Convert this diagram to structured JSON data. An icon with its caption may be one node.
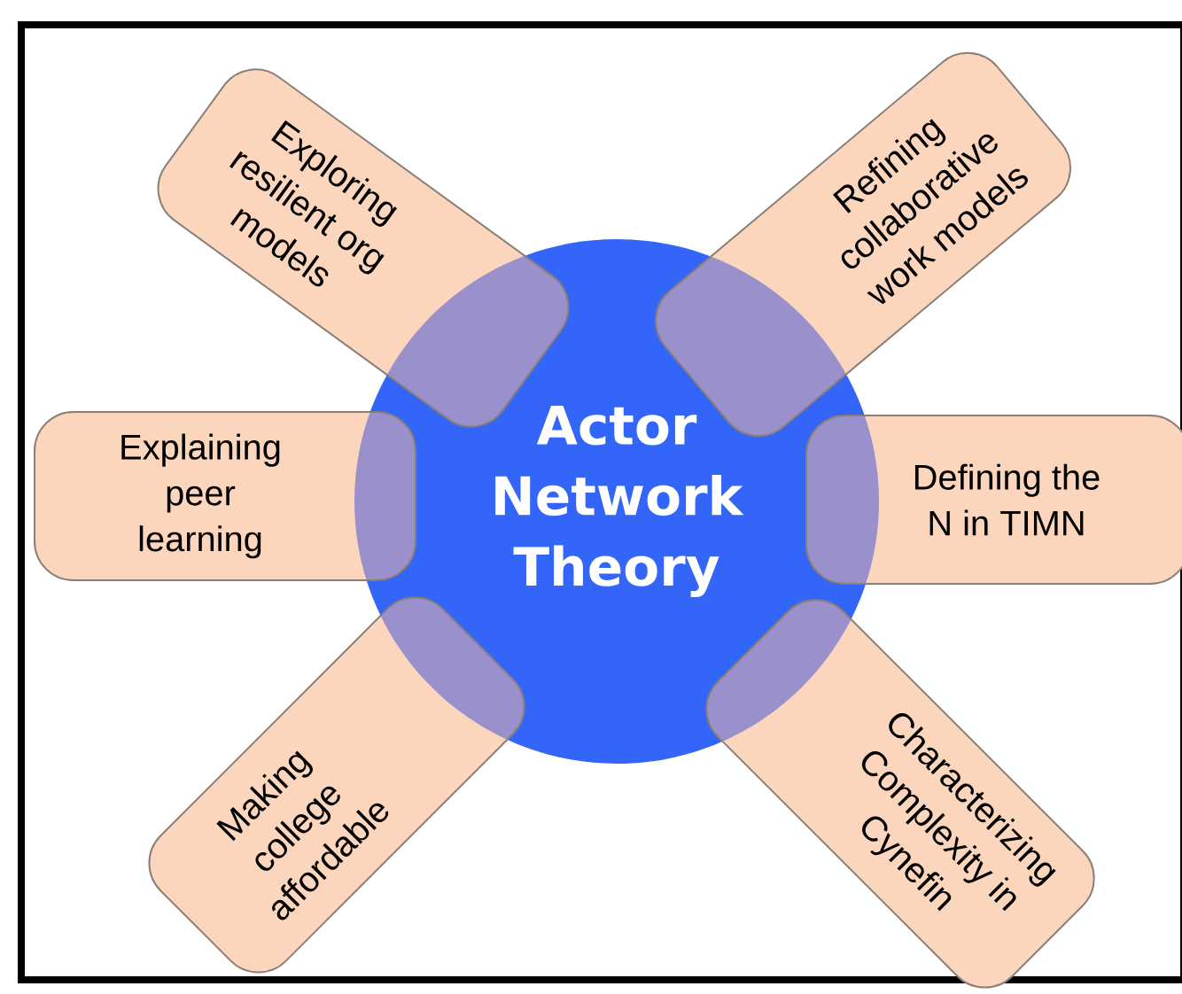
{
  "diagram": {
    "nodes": [
      {
        "text": [
          "Actor Network Theory"
        ]
      },
      {
        "text": [
          "Exploring resilient org models"
        ]
      },
      {
        "text": [
          "Refining collaborative work models"
        ]
      },
      {
        "text": [
          "Explaining peer learning"
        ]
      },
      {
        "text": [
          "Defining the N in TIMN"
        ]
      },
      {
        "text": [
          "Making college affordable"
        ]
      },
      {
        "text": [
          "Characterizing Complexity in Cynefin"
        ]
      }
    ]
  }
}
